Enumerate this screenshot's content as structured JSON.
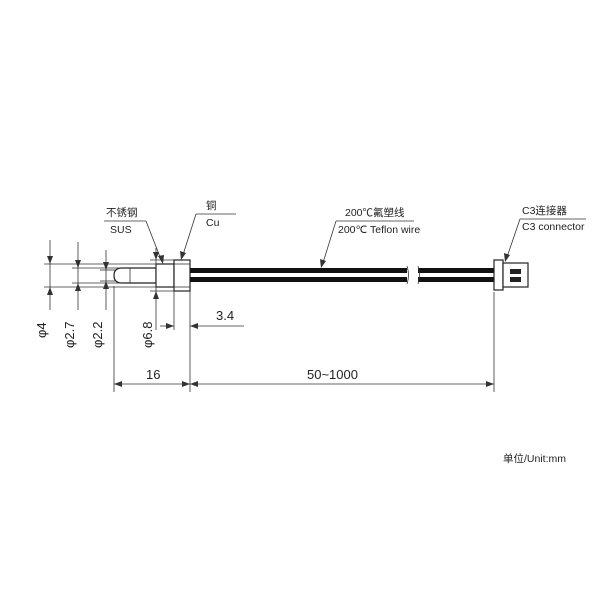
{
  "labels": {
    "sus_cn": "不锈钢",
    "sus_en": "SUS",
    "cu_cn": "铜",
    "cu_en": "Cu",
    "wire_cn": "200℃氟塑线",
    "wire_en": "200℃ Teflon wire",
    "conn_cn": "C3连接器",
    "conn_en": "C3 connector"
  },
  "dimensions": {
    "d4": "φ4",
    "d27": "φ2.7",
    "d22": "φ2.2",
    "d68": "φ6.8",
    "len_34": "3.4",
    "len_16": "16",
    "len_range": "50~1000"
  },
  "unit": "单位/Unit:mm",
  "colors": {
    "wire": "#111111",
    "line": "#333333"
  }
}
